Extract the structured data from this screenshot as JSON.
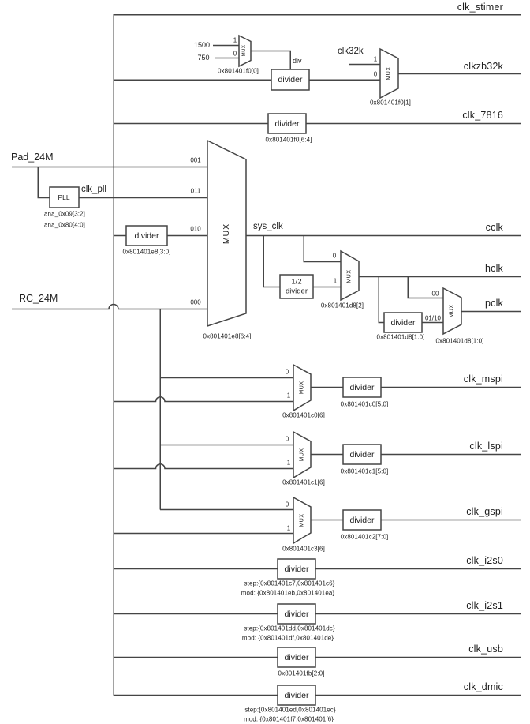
{
  "outputs": {
    "stimer": "clk_stimer",
    "zb32k": "clkzb32k",
    "c7816": "clk_7816",
    "cclk": "cclk",
    "hclk": "hclk",
    "pclk": "pclk",
    "mspi": "clk_mspi",
    "lspi": "clk_lspi",
    "gspi": "clk_gspi",
    "i2s0": "clk_i2s0",
    "i2s1": "clk_i2s1",
    "usb": "clk_usb",
    "dmic": "clk_dmic"
  },
  "sources": {
    "pad": "Pad_24M",
    "rc": "RC_24M",
    "clk32k": "clk32k",
    "clk_pll": "clk_pll",
    "sys_clk": "sys_clk",
    "const_1500": "1500",
    "const_750": "750",
    "div_tap": "div"
  },
  "blocks": {
    "pll": "PLL",
    "divider": "divider",
    "half_top": "1/2",
    "half_bottom": "divider",
    "mux": "MUX"
  },
  "selects": {
    "s0": "0",
    "s1": "1",
    "b001": "001",
    "b011": "011",
    "b010": "010",
    "b000": "000",
    "b00": "00",
    "b01_10": "01/10"
  },
  "registers": {
    "mux_div": "0x801401f0[0]",
    "mux_zb": "0x801401f0[1]",
    "div_7816": "0x801401f0[6:4]",
    "pll_ana1": "ana_0x09[3:2]",
    "pll_ana2": "ana_0x80[4:0]",
    "div_sys": "0x801401e8[3:0]",
    "mux_main": "0x801401e8[6:4]",
    "mux_hclk": "0x801401d8[2]",
    "div_pclk": "0x801401d8[1:0]",
    "mux_pclk": "0x801401d8[1:0]",
    "mux_mspi": "0x801401c0[6]",
    "div_mspi": "0x801401c0[5:0]",
    "mux_lspi": "0x801401c1[6]",
    "div_lspi": "0x801401c1[5:0]",
    "mux_gspi": "0x801401c3[6]",
    "div_gspi": "0x801401c2[7:0]",
    "i2s0_step": "step:{0x801401c7,0x801401c6}",
    "i2s0_mod": "mod: {0x801401eb,0x801401ea}",
    "i2s1_step": "step:{0x801401dd,0x801401dc}",
    "i2s1_mod": "mod: {0x801401df,0x801401de}",
    "div_usb": "0x801401fb[2:0]",
    "dmic_step": "step:{0x801401ed,0x801401ec}",
    "dmic_mod": "mod: {0x801401f7,0x801401f6}"
  },
  "colors": {
    "wire": "#454545",
    "text": "#1e1e1e",
    "background": "#ffffff"
  }
}
